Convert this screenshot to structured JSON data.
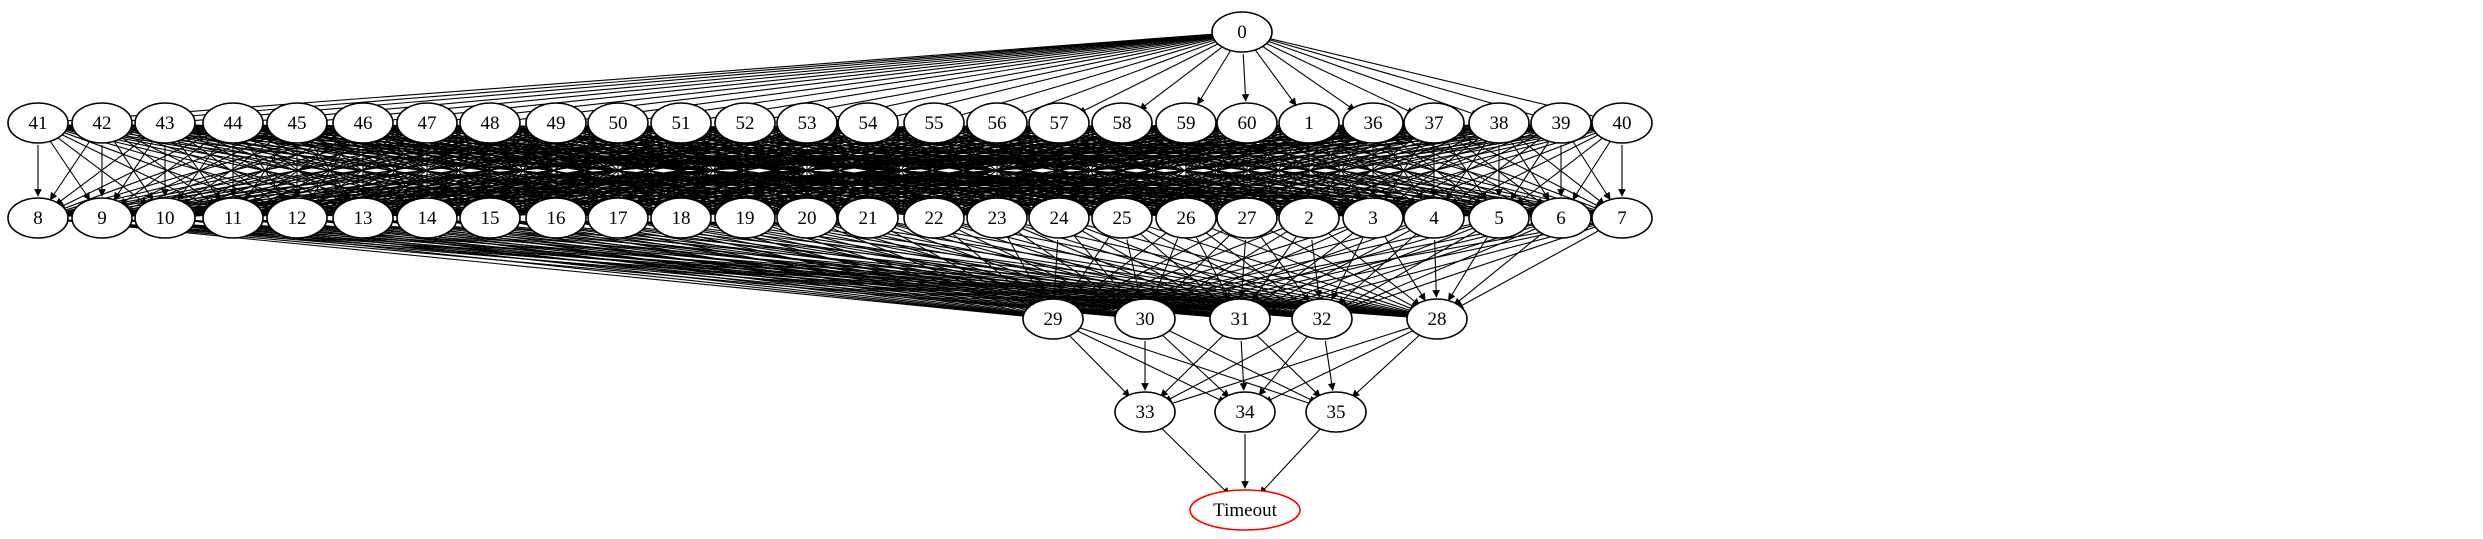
{
  "diagram": {
    "type": "directed-graph",
    "colors": {
      "node_stroke": "#000000",
      "edge": "#000000",
      "timeout_node_stroke": "#ff0000",
      "background": "#ffffff"
    },
    "nodes": {
      "root": "0",
      "row1": [
        "41",
        "42",
        "43",
        "44",
        "45",
        "46",
        "47",
        "48",
        "49",
        "50",
        "51",
        "52",
        "53",
        "54",
        "55",
        "56",
        "57",
        "58",
        "59",
        "60",
        "1",
        "36",
        "37",
        "38",
        "39",
        "40"
      ],
      "row2": [
        "8",
        "9",
        "10",
        "11",
        "12",
        "13",
        "14",
        "15",
        "16",
        "17",
        "18",
        "19",
        "20",
        "21",
        "22",
        "23",
        "24",
        "25",
        "26",
        "27",
        "2",
        "3",
        "4",
        "5",
        "6",
        "7"
      ],
      "row3": [
        "29",
        "30",
        "31",
        "32",
        "28"
      ],
      "row4": [
        "33",
        "34",
        "35"
      ],
      "sink": "Timeout"
    },
    "edges_note": "",
    "edge_sets": {
      "root_to_row1": "all",
      "row1_to_row2": "dense",
      "row2_to_row3": "all",
      "row3_to_row4": [
        [
          "29",
          "33"
        ],
        [
          "29",
          "34"
        ],
        [
          "29",
          "35"
        ],
        [
          "30",
          "33"
        ],
        [
          "30",
          "34"
        ],
        [
          "30",
          "35"
        ],
        [
          "31",
          "33"
        ],
        [
          "31",
          "34"
        ],
        [
          "31",
          "35"
        ],
        [
          "32",
          "33"
        ],
        [
          "32",
          "34"
        ],
        [
          "32",
          "35"
        ],
        [
          "28",
          "33"
        ],
        [
          "28",
          "34"
        ],
        [
          "28",
          "35"
        ]
      ],
      "row4_to_sink": [
        [
          "33",
          "Timeout"
        ],
        [
          "34",
          "Timeout"
        ],
        [
          "35",
          "Timeout"
        ]
      ]
    }
  }
}
